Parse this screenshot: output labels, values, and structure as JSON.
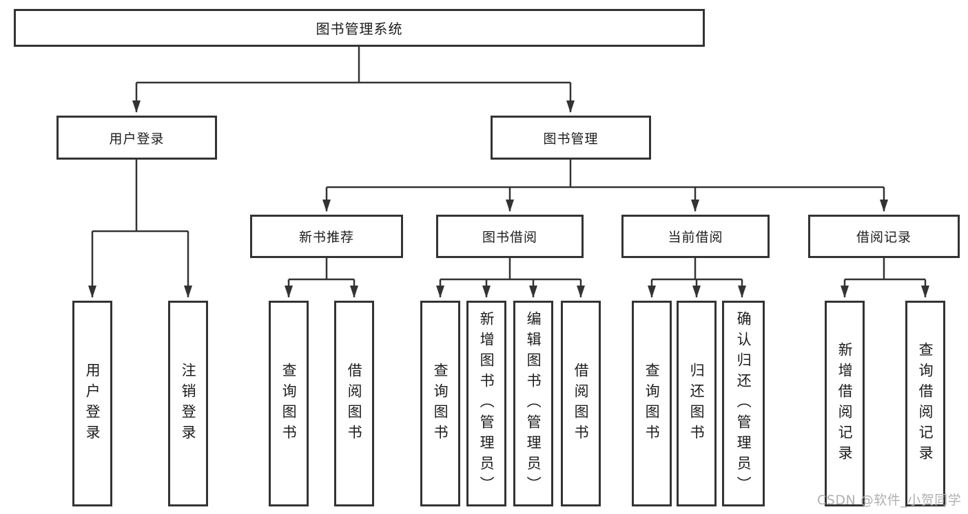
{
  "diagram": {
    "title": "图书管理系统",
    "root": {
      "label": "图书管理系统",
      "children": [
        {
          "label": "用户登录",
          "children": [
            {
              "label": "用户登录"
            },
            {
              "label": "注销登录"
            }
          ]
        },
        {
          "label": "图书管理",
          "children": [
            {
              "label": "新书推荐",
              "children": [
                {
                  "label": "查询图书"
                },
                {
                  "label": "借阅图书"
                }
              ]
            },
            {
              "label": "图书借阅",
              "children": [
                {
                  "label": "查询图书"
                },
                {
                  "label": "新增图书（管理员）"
                },
                {
                  "label": "编辑图书（管理员）"
                },
                {
                  "label": "借阅图书"
                }
              ]
            },
            {
              "label": "当前借阅",
              "children": [
                {
                  "label": "查询图书"
                },
                {
                  "label": "归还图书"
                },
                {
                  "label": "确认归还（管理员）"
                }
              ]
            },
            {
              "label": "借阅记录",
              "children": [
                {
                  "label": "新增借阅记录"
                },
                {
                  "label": "查询借阅记录"
                }
              ]
            }
          ]
        }
      ]
    }
  },
  "watermark": {
    "text": "CSDN @软件_小贺同学"
  },
  "colors": {
    "line": "#333333",
    "box_border": "#333333",
    "box_fill": "#ffffff",
    "text": "#1c1c1c",
    "watermark": "#b0b0b0",
    "background": "#ffffff"
  }
}
